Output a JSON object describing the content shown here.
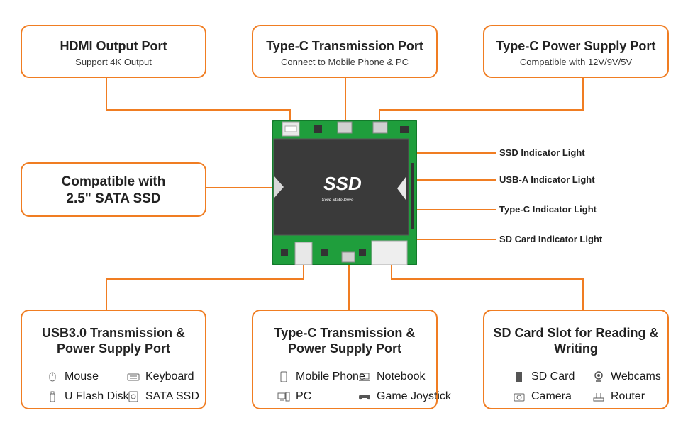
{
  "top_boxes": [
    {
      "title": "HDMI Output Port",
      "subtitle": "Support 4K Output"
    },
    {
      "title": "Type-C Transmission Port",
      "subtitle": "Connect to Mobile Phone & PC"
    },
    {
      "title": "Type-C Power Supply Port",
      "subtitle": "Compatible with 12V/9V/5V"
    }
  ],
  "left_box": {
    "line1": "Compatible with",
    "line2": "2.5\" SATA SSD"
  },
  "board": {
    "ssd_brand": "SSD",
    "ssd_caption": "Solid State Drive"
  },
  "indicators": [
    "SSD Indicator Light",
    "USB-A Indicator Light",
    "Type-C Indicator Light",
    "SD Card Indicator Light"
  ],
  "bottom_boxes": [
    {
      "title_line1": "USB3.0 Transmission &",
      "title_line2": "Power Supply Port",
      "devices": [
        {
          "label": "Mouse",
          "icon": "mouse-icon"
        },
        {
          "label": "Keyboard",
          "icon": "keyboard-icon"
        },
        {
          "label": "U Flash Disk",
          "icon": "usb-drive-icon"
        },
        {
          "label": "SATA SSD",
          "icon": "ssd-icon"
        }
      ]
    },
    {
      "title_line1": "Type-C Transmission &",
      "title_line2": "Power Supply Port",
      "devices": [
        {
          "label": "Mobile Phone",
          "icon": "phone-icon"
        },
        {
          "label": "Notebook",
          "icon": "laptop-icon"
        },
        {
          "label": "PC",
          "icon": "pc-icon"
        },
        {
          "label": "Game Joystick",
          "icon": "gamepad-icon"
        }
      ]
    },
    {
      "title_line1": "SD Card Slot for Reading &",
      "title_line2": "Writing",
      "devices": [
        {
          "label": "SD Card",
          "icon": "sd-card-icon"
        },
        {
          "label": "Webcams",
          "icon": "webcam-icon"
        },
        {
          "label": "Camera",
          "icon": "camera-icon"
        },
        {
          "label": "Router",
          "icon": "router-icon"
        }
      ]
    }
  ],
  "colors": {
    "accent": "#f07d22",
    "pcb": "#1f9e3c",
    "ssd": "#3a3a3a"
  }
}
